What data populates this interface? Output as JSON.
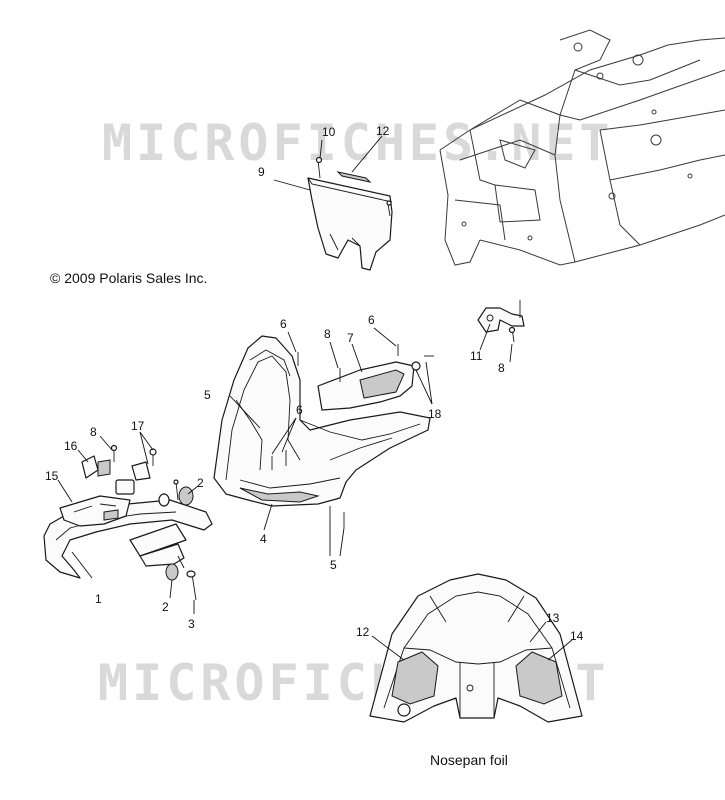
{
  "copyright": "© 2009 Polaris Sales Inc.",
  "watermark": "MICROFICHES.NET",
  "caption": "Nosepan foil",
  "callouts": [
    "1",
    "2",
    "2",
    "3",
    "4",
    "5",
    "5",
    "6",
    "6",
    "6",
    "7",
    "8",
    "8",
    "8",
    "9",
    "10",
    "11",
    "12",
    "12",
    "13",
    "14",
    "15",
    "16",
    "17",
    "18"
  ]
}
